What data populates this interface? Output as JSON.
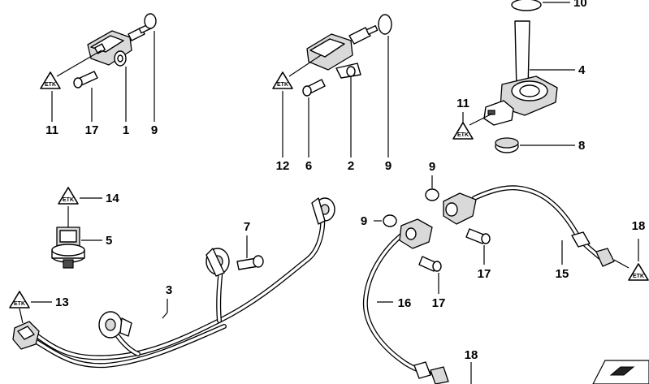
{
  "diagram": {
    "callouts": [
      {
        "id": "c1",
        "label": "1"
      },
      {
        "id": "c2",
        "label": "2"
      },
      {
        "id": "c3",
        "label": "3"
      },
      {
        "id": "c4",
        "label": "4"
      },
      {
        "id": "c5",
        "label": "5"
      },
      {
        "id": "c6",
        "label": "6"
      },
      {
        "id": "c7",
        "label": "7"
      },
      {
        "id": "c8",
        "label": "8"
      },
      {
        "id": "c9a",
        "label": "9"
      },
      {
        "id": "c9b",
        "label": "9"
      },
      {
        "id": "c9c",
        "label": "9"
      },
      {
        "id": "c9d",
        "label": "9"
      },
      {
        "id": "c10",
        "label": "10"
      },
      {
        "id": "c11a",
        "label": "11"
      },
      {
        "id": "c11b",
        "label": "11"
      },
      {
        "id": "c12",
        "label": "12"
      },
      {
        "id": "c13",
        "label": "13"
      },
      {
        "id": "c14",
        "label": "14"
      },
      {
        "id": "c15",
        "label": "15"
      },
      {
        "id": "c16",
        "label": "16"
      },
      {
        "id": "c17a",
        "label": "17"
      },
      {
        "id": "c17b",
        "label": "17"
      },
      {
        "id": "c17c",
        "label": "17"
      },
      {
        "id": "c18a",
        "label": "18"
      },
      {
        "id": "c18b",
        "label": "18"
      }
    ]
  }
}
